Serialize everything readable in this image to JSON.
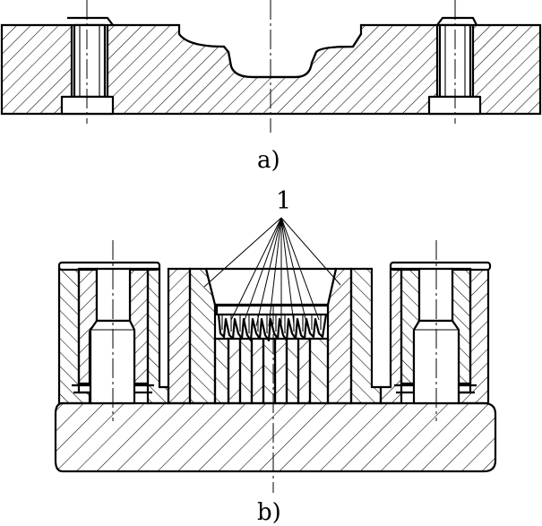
{
  "figure_a": {
    "caption": "a)"
  },
  "figure_b": {
    "caption": "b)",
    "callout_number": "1"
  },
  "colors": {
    "ink": "#000000",
    "paper": "#ffffff"
  }
}
